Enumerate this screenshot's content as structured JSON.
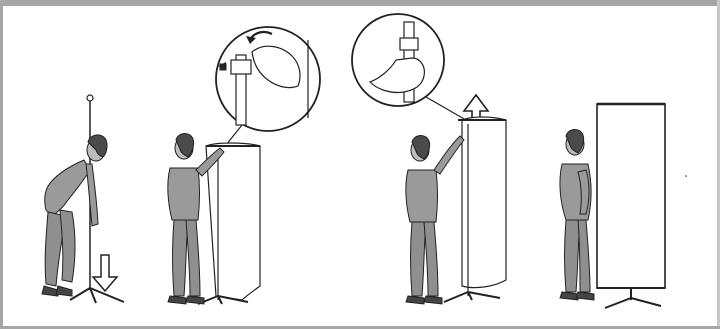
{
  "illustration": {
    "steps": [
      {
        "id": "step-1",
        "action": "pull-pole-down",
        "arrow": "down-arrow-icon"
      },
      {
        "id": "step-2",
        "action": "rotate-lock",
        "arrow": "curved-arrow-icon"
      },
      {
        "id": "step-3",
        "action": "lift-banner-up",
        "arrow": "up-arrow-icon"
      },
      {
        "id": "step-4",
        "action": "banner-standing",
        "arrow": ""
      }
    ],
    "colors": {
      "frame": "#a7a7a7",
      "figure_fill": "#9a9a9a",
      "outline": "#222222",
      "banner": "#ffffff"
    }
  }
}
